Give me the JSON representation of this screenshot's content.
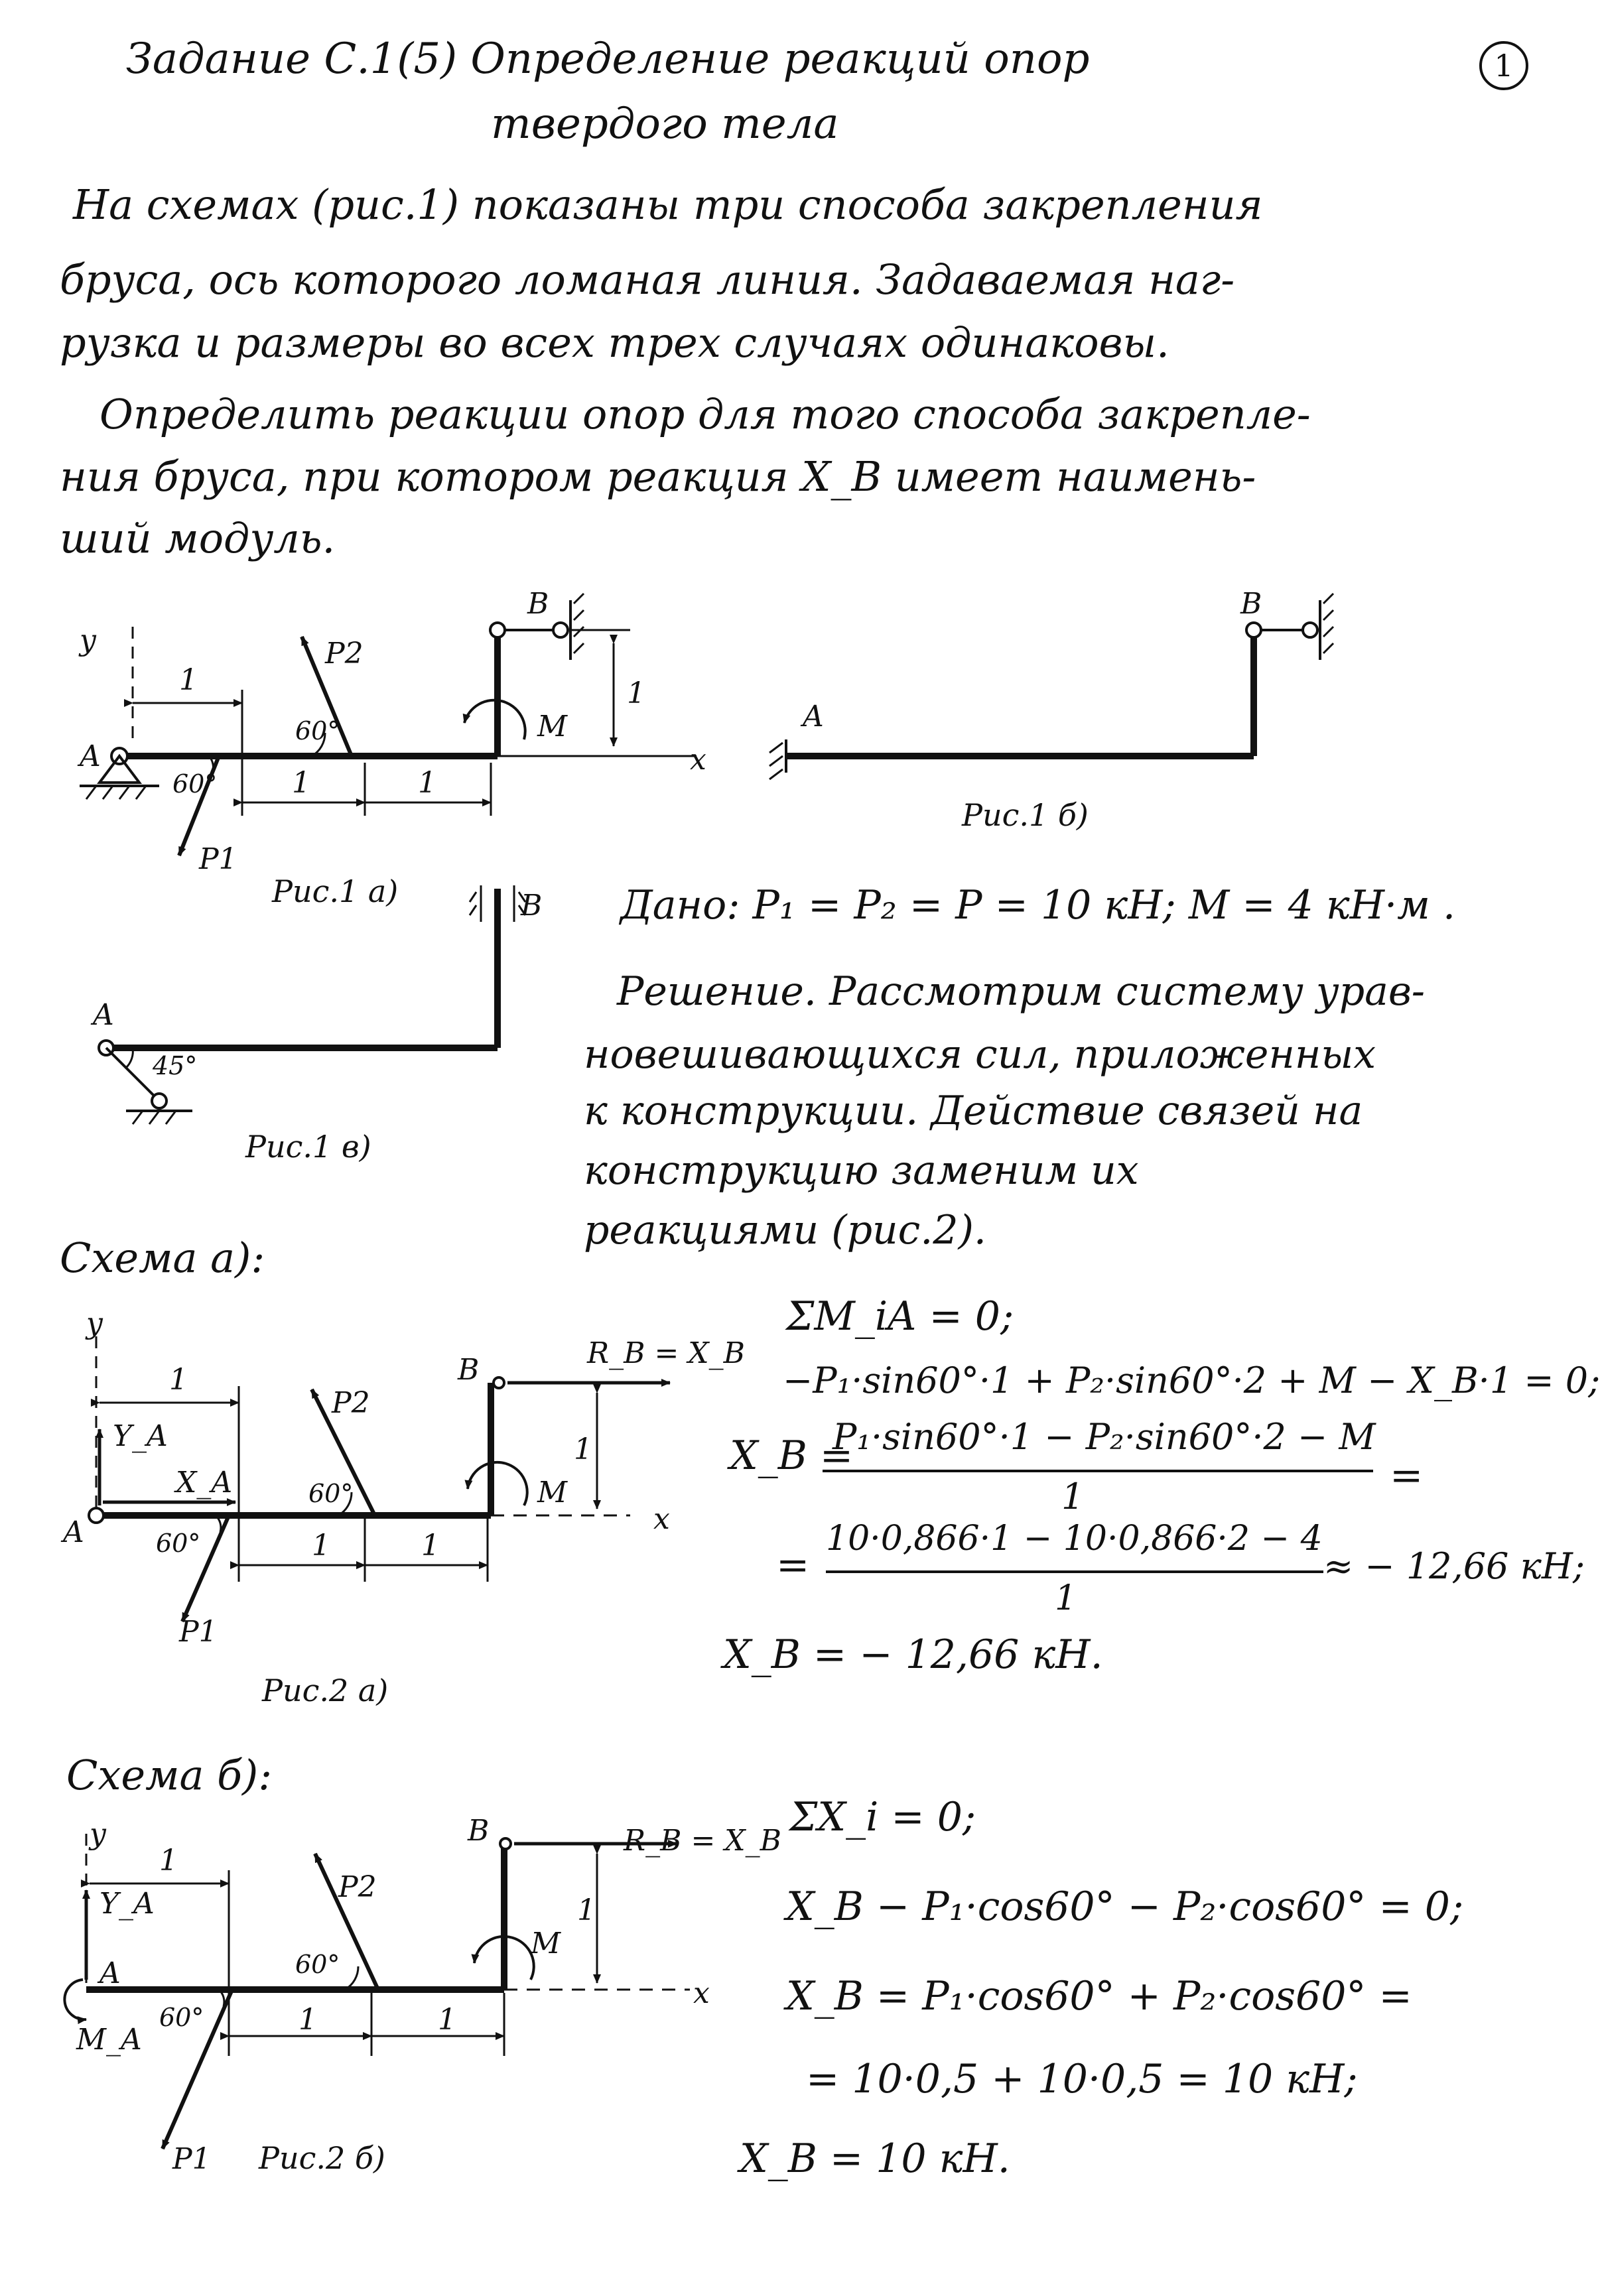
{
  "header": {
    "title_line1": "Задание С.1(5) Определение реакций опор",
    "title_line2": "твердого тела",
    "page_number": "1"
  },
  "intro": {
    "line1": "На схемах (рис.1) показаны три способа закрепления",
    "line2": "бруса, ось которого ломаная линия. Задаваемая наг-",
    "line3": "рузка и размеры во всех трех случаях одинаковы.",
    "line4": "Определить реакции опор для того способа закрепле-",
    "line5": "ния бруса, при котором реакция X_B имеет наимень-",
    "line6": "ший модуль."
  },
  "figures": {
    "fig1a": {
      "caption": "Рис.1 а)",
      "A": "A",
      "B": "B",
      "x": "x",
      "y": "y",
      "P1": "P1",
      "P2": "P2",
      "M": "M",
      "one": "1",
      "angle60": "60°"
    },
    "fig1b": {
      "caption": "Рис.1 б)",
      "A": "A",
      "B": "B"
    },
    "fig1v": {
      "caption": "Рис.1 в)",
      "A": "A",
      "B": "B",
      "angle45": "45°"
    },
    "fig2a": {
      "scheme": "Схема а):",
      "caption": "Рис.2 а)",
      "RB": "R_B = X_B",
      "YA": "Y_A",
      "XA": "X_A"
    },
    "fig2b": {
      "scheme": "Схема б):",
      "caption": "Рис.2 б)",
      "RB": "R_B = X_B",
      "YA": "Y_A",
      "MA": "M_A"
    }
  },
  "given": "Дано: P₁ = P₂ = P = 10 кН; M = 4 кН·м .",
  "solution": {
    "line1": "Решение. Рассмотрим систему урав-",
    "line2": "новешивающихся сил, приложенных",
    "line3": "к конструкции. Действие связей на",
    "line4": "конструкцию заменим их",
    "line5": "реакциями (рис.2)."
  },
  "scheme_a": {
    "eq1": "ΣM_iA = 0;",
    "eq2": "−P₁·sin60°·1 + P₂·sin60°·2 + M − X_B·1 = 0;",
    "eq3_lhs": "X_B =",
    "eq3_num": "P₁·sin60°·1 − P₂·sin60°·2 − M",
    "eq3_den": "1",
    "eq3_eq": "=",
    "eq4_eq": "=",
    "eq4_num": "10·0,866·1 − 10·0,866·2 − 4",
    "eq4_den": "1",
    "eq4_res": "≈ − 12,66 кН;",
    "result": "X_B = − 12,66 кН."
  },
  "scheme_b": {
    "eq1": "ΣX_i = 0;",
    "eq2": "X_B − P₁·cos60° − P₂·cos60° = 0;",
    "eq3": "X_B = P₁·cos60° + P₂·cos60° =",
    "eq4": "= 10·0,5 + 10·0,5 = 10 кН;",
    "result": "X_B = 10 кН."
  }
}
